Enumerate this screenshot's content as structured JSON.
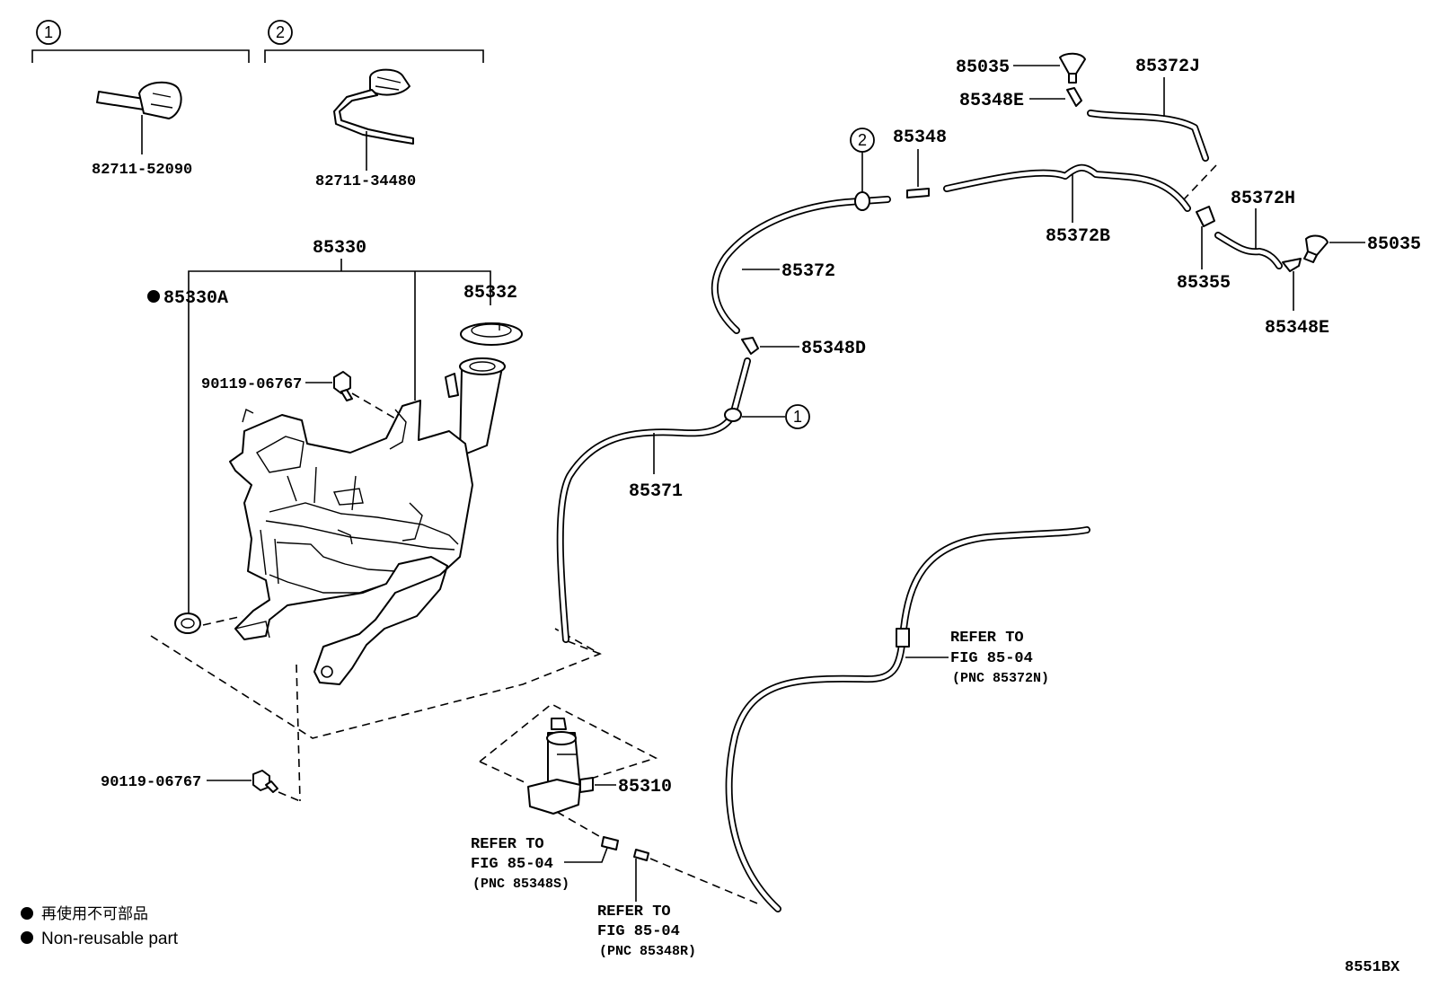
{
  "callouts": {
    "one": "1",
    "two": "2"
  },
  "set1": {
    "part": "82711-52090"
  },
  "set2": {
    "part": "82711-34480"
  },
  "tank": {
    "assembly": "85330",
    "body": "85330A",
    "cap": "85332",
    "bolt_upper": "90119-06767",
    "bolt_lower": "90119-06767"
  },
  "pump": {
    "part": "85310"
  },
  "hoses": {
    "h85372": "85372",
    "h85371": "85371",
    "h85372b": "85372B",
    "h85372j": "85372J",
    "h85372h": "85372H",
    "joint_85348": "85348",
    "joint_85348d": "85348D",
    "joint_85348e_left": "85348E",
    "joint_85348e_right": "85348E",
    "nozzle_left": "85035",
    "nozzle_right": "85035",
    "valve": "85355"
  },
  "refer_right": {
    "line1": "REFER TO",
    "line2": "FIG 85-04",
    "line3": "(PNC 85372N)"
  },
  "refer_pump_left": {
    "line1": "REFER TO",
    "line2": "FIG 85-04",
    "line3": "(PNC 85348S)"
  },
  "refer_pump_bottom": {
    "line1": "REFER TO",
    "line2": "FIG 85-04",
    "line3": "(PNC 85348R)"
  },
  "legend": {
    "japanese": "再使用不可部品",
    "english": "Non-reusable part"
  },
  "figure_code": "8551BX"
}
